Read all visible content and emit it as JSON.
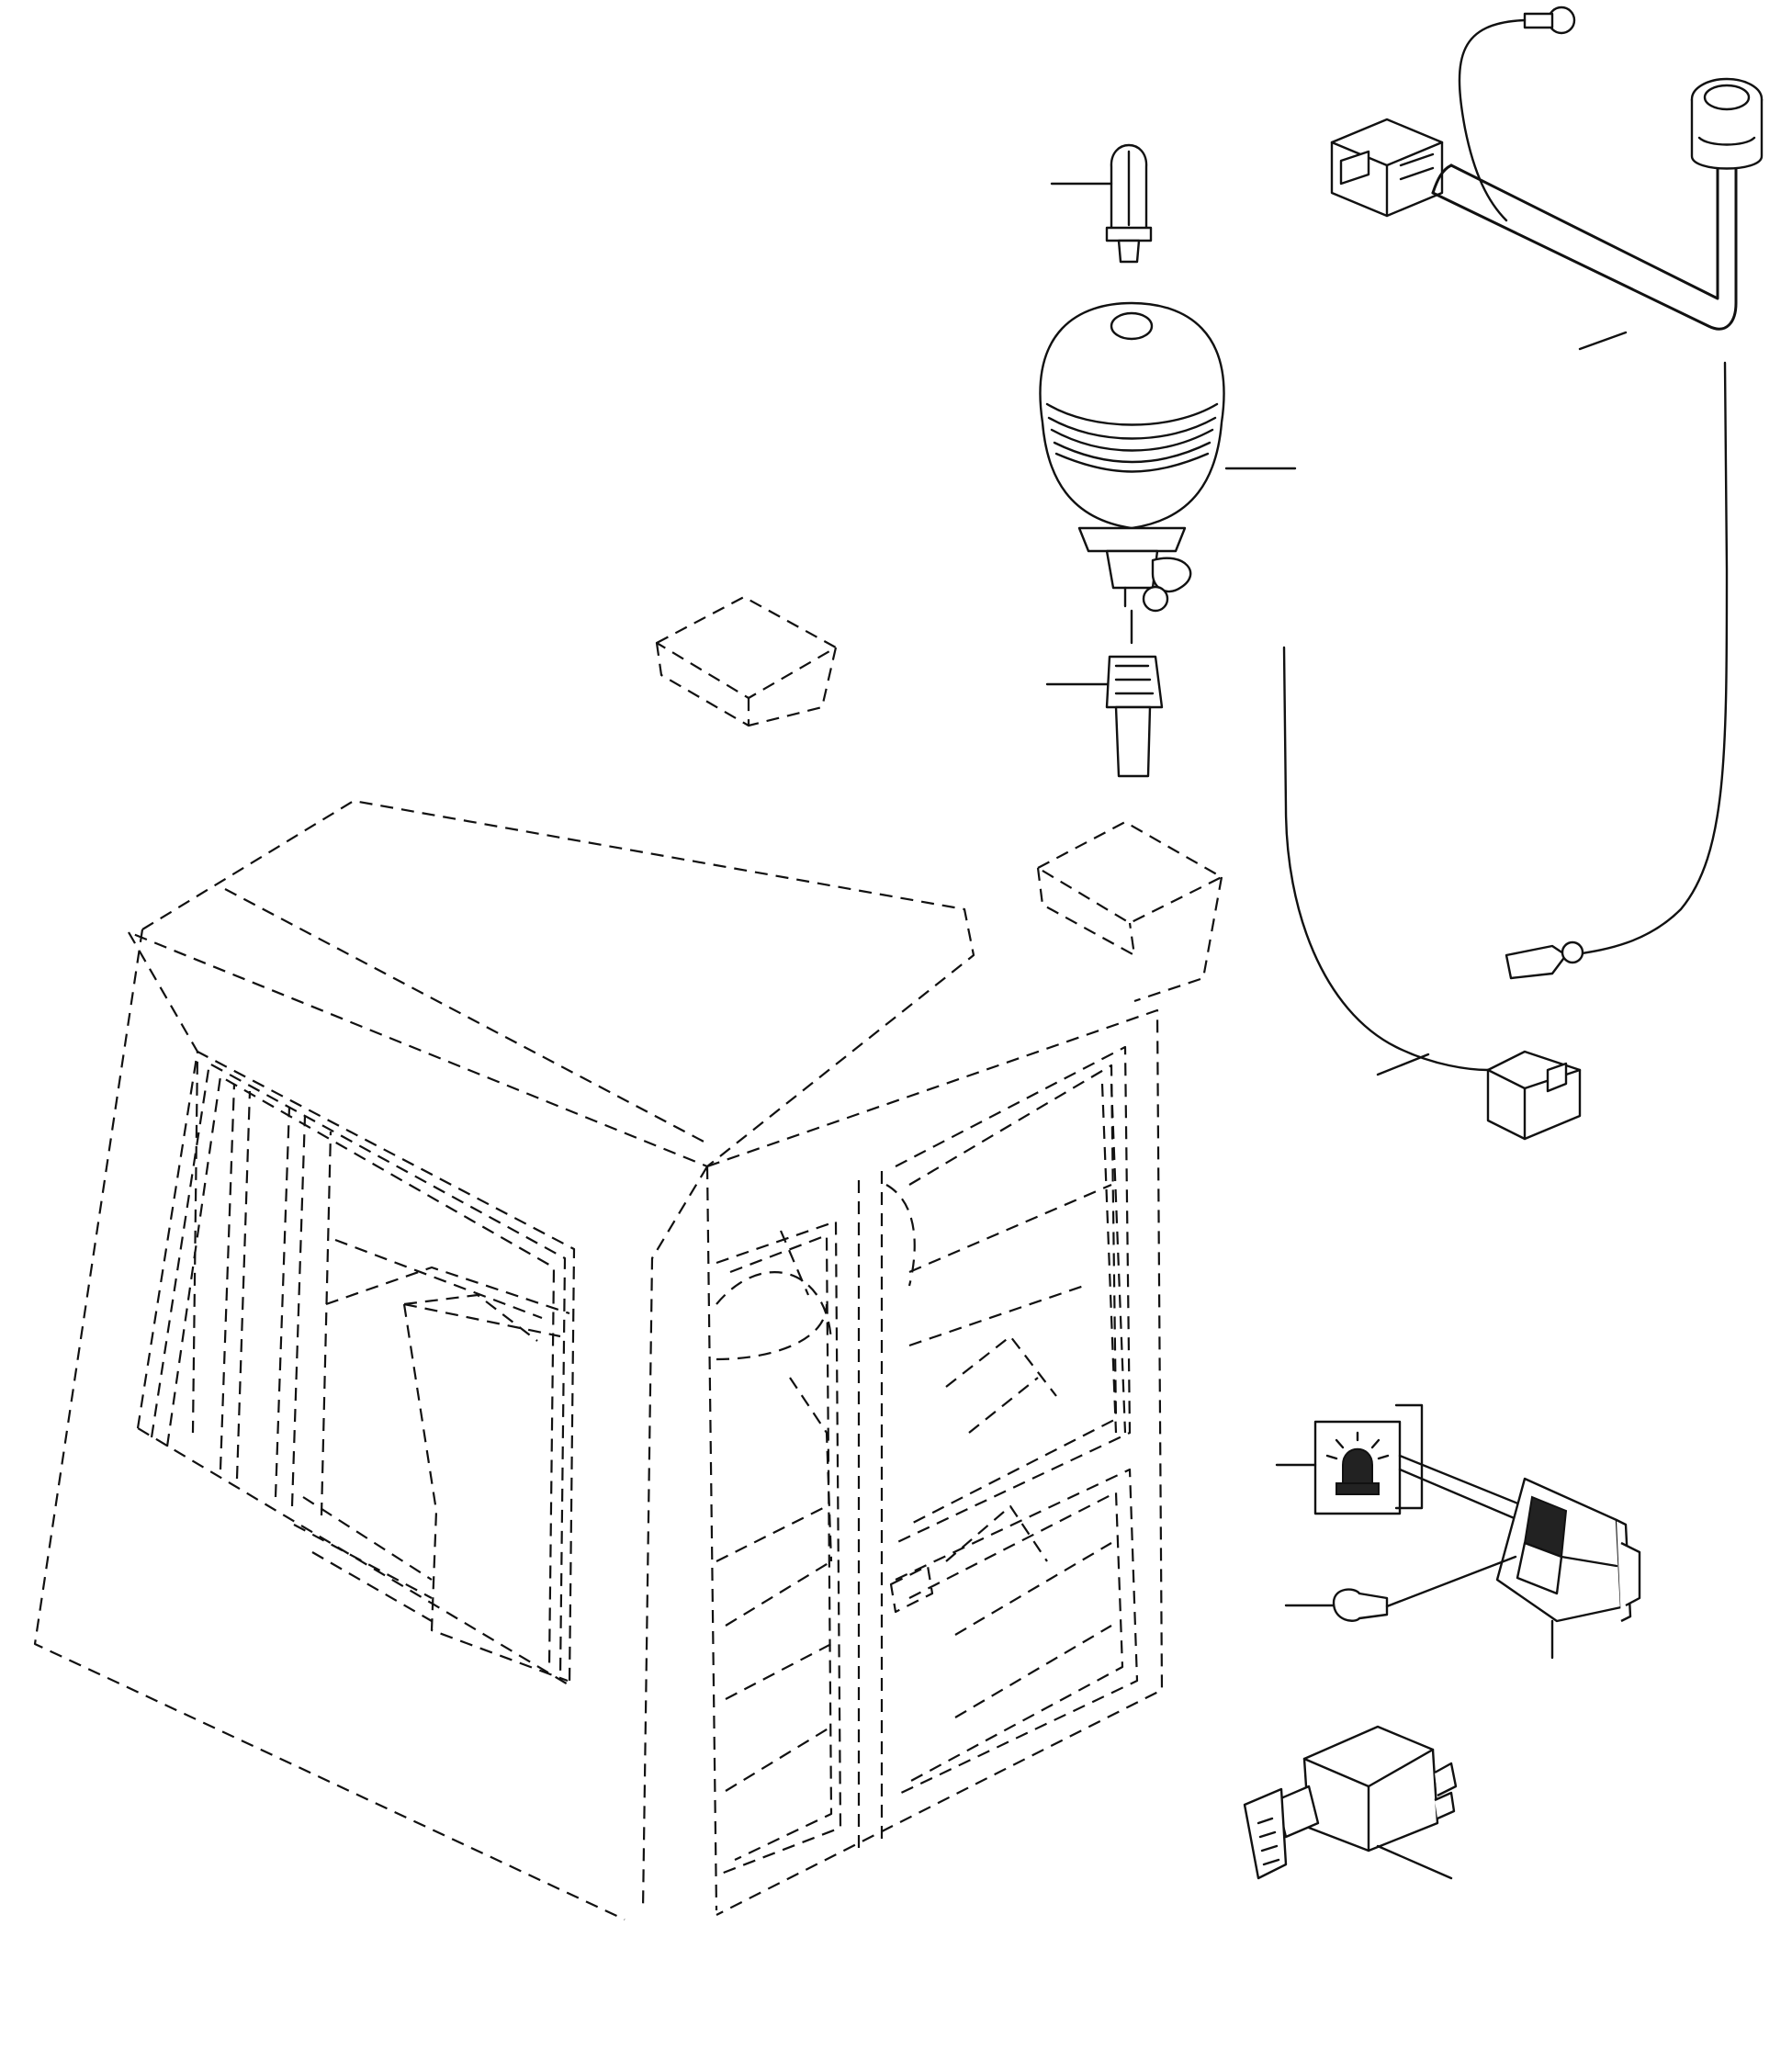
{
  "diagram": {
    "caption": "",
    "callouts": [
      {
        "id": "bulb"
      },
      {
        "id": "beacon"
      },
      {
        "id": "mount"
      },
      {
        "id": "harness"
      },
      {
        "id": "harness-lead"
      },
      {
        "id": "symbol-lens"
      },
      {
        "id": "switch-bulb"
      },
      {
        "id": "rocker-switch"
      },
      {
        "id": "relay"
      }
    ]
  }
}
